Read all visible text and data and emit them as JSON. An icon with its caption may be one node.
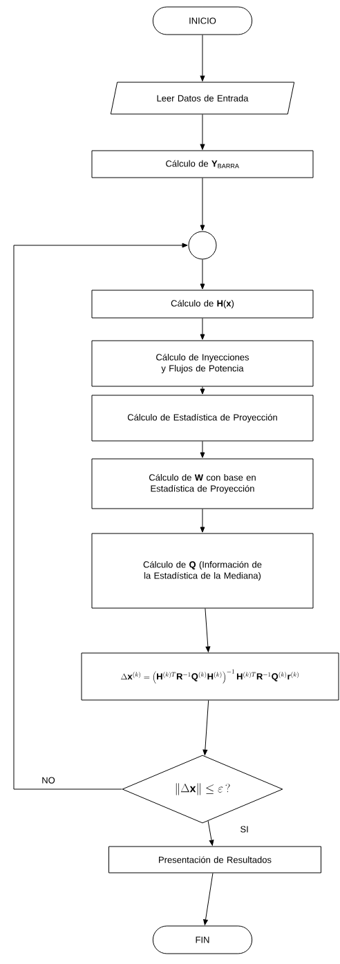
{
  "diagram": {
    "nodes": [
      {
        "text": [
          "INICIO"
        ]
      },
      {
        "text": [
          "Leer Datos de Entrada"
        ]
      },
      {
        "text": [
          "Cálculo de **Y**$_{BARRA}$"
        ]
      },
      {
        "text": [],
        "shape": "circle"
      },
      {
        "text": [
          "Cálculo de **H**(**x**)"
        ]
      },
      {
        "text": [
          "Cálculo de Inyecciones y Flujos de Potencia"
        ]
      },
      {
        "text": [
          "Cálculo de Estadística de Proyección"
        ]
      },
      {
        "text": [
          "Cálculo de **W** con base en Estadística de Proyección"
        ]
      },
      {
        "text": [
          "Cálculo de **Q** (Información de la Estadística de la Mediana)"
        ]
      },
      {
        "text": [
          "\\Delta\\mathbf{x}^{(k)} = \\left(\\mathbf{H}^{(k)T}\\mathbf{R}^{-1}\\mathbf{Q}^{(k)}\\mathbf{H}^{(k)}\\right)^{-1}\\mathbf{H}^{(k)T}\\mathbf{R}^{-1}\\mathbf{Q}^{(k)}\\mathbf{r}^{(k)}"
        ]
      },
      {
        "text": [
          "\\left\\|\\Delta\\mathbf{x}\\right\\| \\le \\varepsilon\\,?"
        ]
      },
      {
        "text": [
          "Presentación de Resultados"
        ]
      },
      {
        "text": [
          "FIN"
        ]
      }
    ],
    "edges": [
      {
        "from": 0,
        "to": 1,
        "arrow": "to"
      },
      {
        "from": 1,
        "to": 2,
        "arrow": "to"
      },
      {
        "from": 2,
        "to": 3,
        "arrow": "to"
      },
      {
        "from": 3,
        "to": 4,
        "arrow": "to"
      },
      {
        "from": 4,
        "to": 5,
        "arrow": "to"
      },
      {
        "from": 5,
        "to": 6,
        "arrow": "to"
      },
      {
        "from": 6,
        "to": 7,
        "arrow": "to"
      },
      {
        "from": 7,
        "to": 8,
        "arrow": "to"
      },
      {
        "from": 8,
        "to": 9,
        "arrow": "to"
      },
      {
        "from": 9,
        "to": 10,
        "arrow": "to"
      },
      {
        "from": 10,
        "to": 3,
        "arrow": "to",
        "label": "NO"
      },
      {
        "from": 10,
        "to": 11,
        "arrow": "to",
        "label": "SI"
      },
      {
        "from": 11,
        "to": 12,
        "arrow": "to"
      }
    ]
  }
}
